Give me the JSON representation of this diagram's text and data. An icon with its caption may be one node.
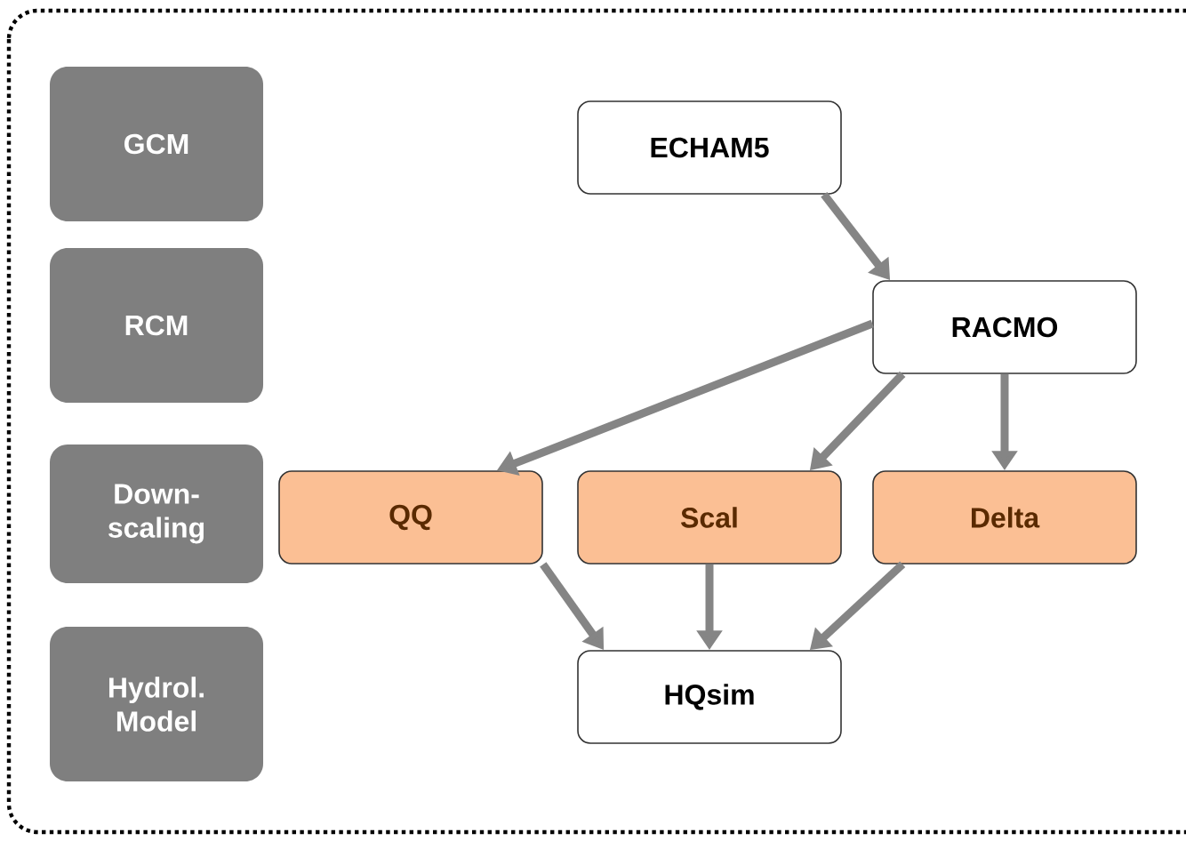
{
  "diagram": {
    "nodes": [
      {
        "text": [
          "GCM"
        ]
      },
      {
        "text": [
          "RCM"
        ]
      },
      {
        "text": [
          "Down-scaling"
        ]
      },
      {
        "text": [
          "Hydrol. Model"
        ]
      },
      {
        "text": [
          "ECHAM5"
        ]
      },
      {
        "text": [
          "RACMO"
        ]
      },
      {
        "text": [
          "QQ"
        ]
      },
      {
        "text": [
          "Scal"
        ]
      },
      {
        "text": [
          "Delta"
        ]
      },
      {
        "text": [
          "HQsim"
        ]
      }
    ],
    "edges": [
      {
        "from": 4,
        "to": 5,
        "arrow": "to"
      },
      {
        "from": 5,
        "to": 6,
        "arrow": "to"
      },
      {
        "from": 5,
        "to": 7,
        "arrow": "to"
      },
      {
        "from": 5,
        "to": 8,
        "arrow": "to"
      },
      {
        "from": 6,
        "to": 9,
        "arrow": "to"
      },
      {
        "from": 7,
        "to": 9,
        "arrow": "to"
      },
      {
        "from": 8,
        "to": 9,
        "arrow": "to"
      }
    ]
  }
}
